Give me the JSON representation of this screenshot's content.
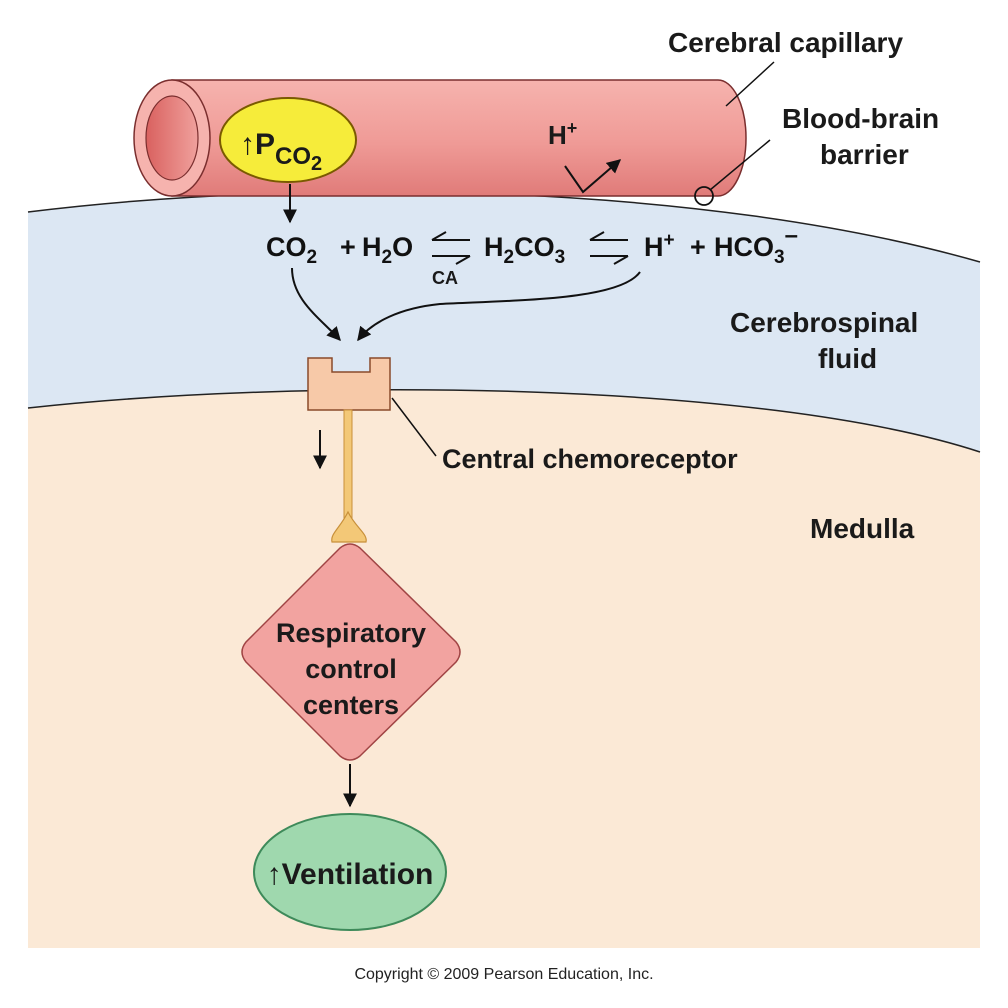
{
  "labels": {
    "cerebral_capillary": "Cerebral capillary",
    "bbb_line1": "Blood-brain",
    "bbb_line2": "barrier",
    "csf_line1": "Cerebrospinal",
    "csf_line2": "fluid",
    "central_chemoreceptor": "Central chemoreceptor",
    "medulla": "Medulla",
    "h_plus_capillary": "H",
    "plus": "+"
  },
  "pco2": {
    "arrow": "↑",
    "p": "P",
    "co": "CO",
    "sub": "2"
  },
  "equation": {
    "co": "CO",
    "co_sub": "2",
    "plus1": "+",
    "h": "H",
    "h_sub": "2",
    "o": "O",
    "h2co3_h": "H",
    "h2co3_sub1": "2",
    "h2co3_co": "CO",
    "h2co3_sub2": "3",
    "hplus": "H",
    "hplus_sup": "+",
    "plus2": "+",
    "hco": "HCO",
    "hco_sub": "3",
    "hco_sup": "–",
    "ca": "CA"
  },
  "respiratory": {
    "line1": "Respiratory",
    "line2": "control",
    "line3": "centers"
  },
  "ventilation": {
    "arrow": "↑",
    "label": "Ventilation"
  },
  "copyright": "Copyright © 2009 Pearson Education, Inc.",
  "colors": {
    "csf": "#dce7f3",
    "medulla": "#fbe9d6",
    "capillary": "#ef9a96",
    "pco2_fill": "#f6ec3a",
    "receptor": "#f7c9a8",
    "neuron": "#f3c877",
    "diamond": "#f2a3a0",
    "ventilation": "#9fd8ae"
  }
}
